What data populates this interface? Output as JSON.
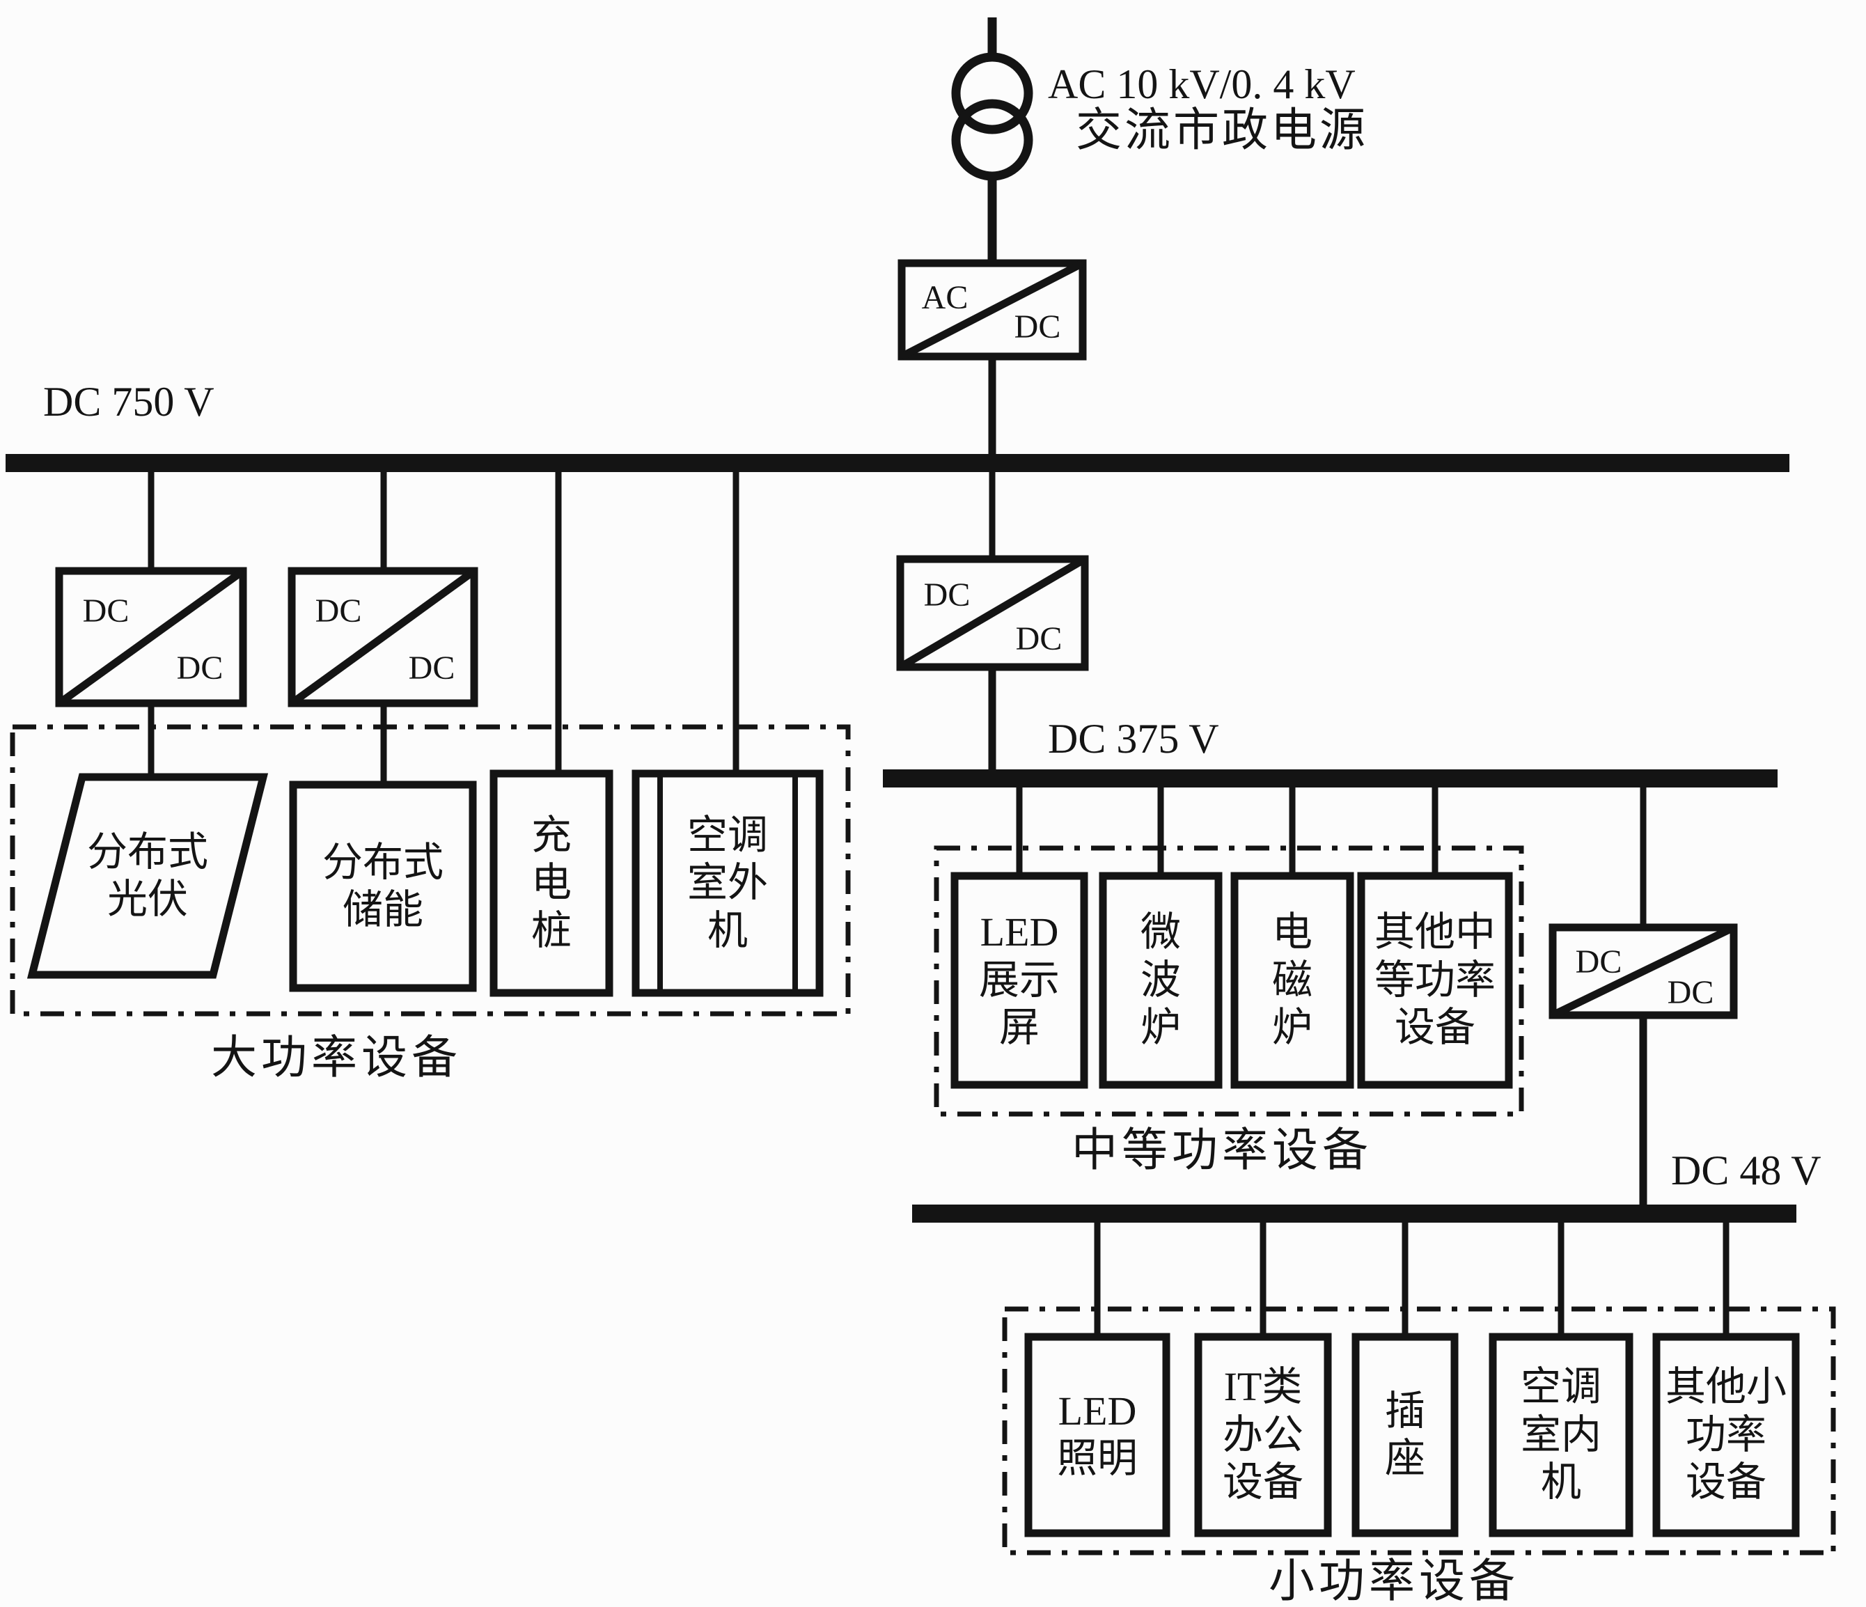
{
  "source": {
    "line1": "AC 10 kV/0. 4 kV",
    "line2": "交流市政电源"
  },
  "converters": {
    "ac_dc": {
      "input": "AC",
      "output": "DC"
    },
    "dc_dc": {
      "input": "DC",
      "output": "DC"
    }
  },
  "buses": {
    "dc750": {
      "label": "DC 750 V"
    },
    "dc375": {
      "label": "DC 375 V"
    },
    "dc48": {
      "label": "DC 48 V"
    }
  },
  "groups": [
    {
      "label": "大功率设备",
      "devices": [
        {
          "name": "distributed-pv",
          "label": "分布式\n光伏"
        },
        {
          "name": "distributed-storage",
          "label": "分布式\n储能"
        },
        {
          "name": "charging-pile",
          "label": "充\n电\n桩"
        },
        {
          "name": "ac-outdoor-unit",
          "label": "空调\n室外\n机"
        }
      ]
    },
    {
      "label": "中等功率设备",
      "devices": [
        {
          "name": "led-display",
          "label": "LED\n展示\n屏"
        },
        {
          "name": "microwave-oven",
          "label": "微\n波\n炉"
        },
        {
          "name": "induction-cooker",
          "label": "电\n磁\n炉"
        },
        {
          "name": "other-medium-power",
          "label": "其他中\n等功率\n设备"
        }
      ]
    },
    {
      "label": "小功率设备",
      "devices": [
        {
          "name": "led-lighting",
          "label": "LED\n照明"
        },
        {
          "name": "it-office-equipment",
          "label": "IT类\n办公\n设备"
        },
        {
          "name": "socket",
          "label": "插\n座"
        },
        {
          "name": "ac-indoor-unit",
          "label": "空调\n室内\n机"
        },
        {
          "name": "other-small-power",
          "label": "其他小\n功率\n设备"
        }
      ]
    }
  ]
}
